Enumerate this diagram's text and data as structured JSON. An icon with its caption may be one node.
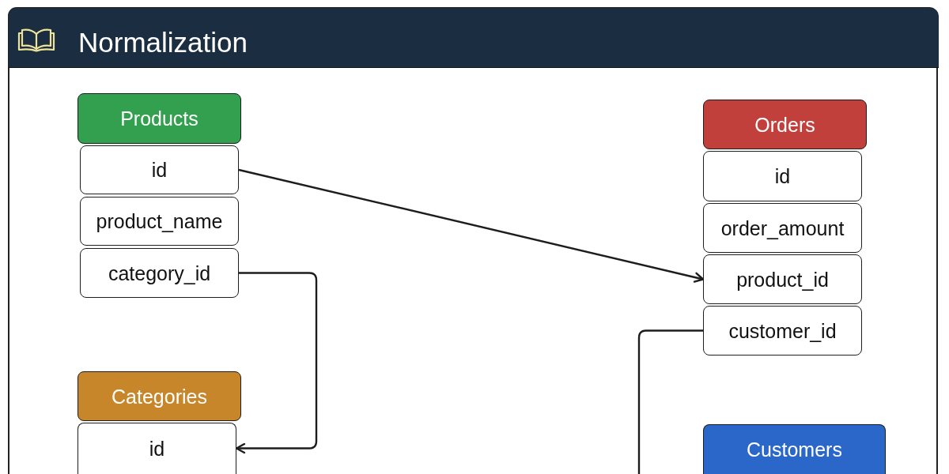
{
  "diagram": {
    "title": "Normalization",
    "nodes": [
      {
        "text": [
          "Products"
        ]
      },
      {
        "text": [
          "id"
        ]
      },
      {
        "text": [
          "product_name"
        ]
      },
      {
        "text": [
          "category_id"
        ]
      },
      {
        "text": [
          "Orders"
        ]
      },
      {
        "text": [
          "id"
        ]
      },
      {
        "text": [
          "order_amount"
        ]
      },
      {
        "text": [
          "product_id"
        ]
      },
      {
        "text": [
          "customer_id"
        ]
      },
      {
        "text": [
          "Categories"
        ]
      },
      {
        "text": [
          "id"
        ]
      },
      {
        "text": [
          "Customers"
        ]
      }
    ],
    "edges": [
      {
        "from": 1,
        "to": 7,
        "arrow": "to"
      },
      {
        "from": 3,
        "to": 10,
        "arrow": "to"
      },
      {
        "from": 8,
        "to": null,
        "arrow": "none"
      }
    ]
  }
}
